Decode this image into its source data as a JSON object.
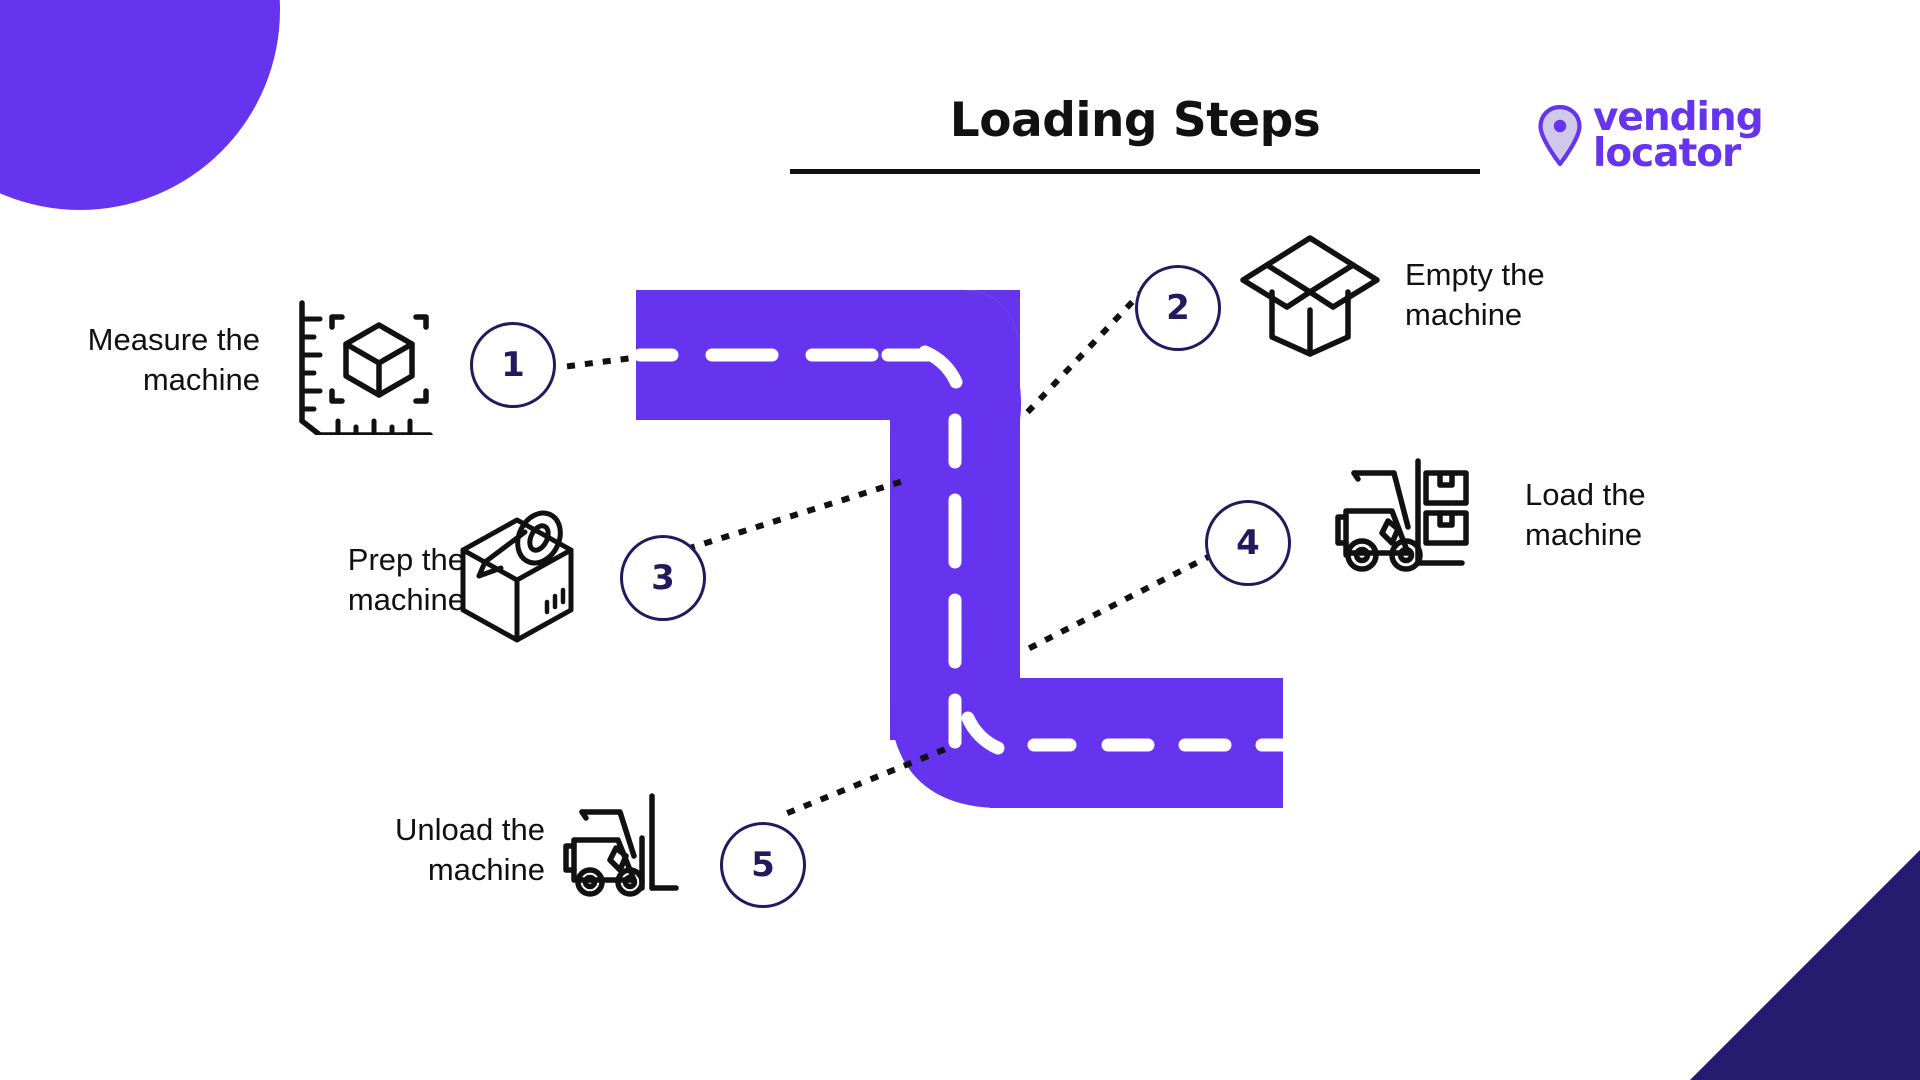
{
  "header": {
    "title": "Loading Steps"
  },
  "logo": {
    "line1": "vending",
    "line2": "locator",
    "mark": "map-pin-icon",
    "color": "#6633EE"
  },
  "colors": {
    "road_purple": "#6633EE",
    "marker_navy": "#23195E",
    "corner_triangle_navy": "#261B6E",
    "text_black": "#111111",
    "road_dash_white": "#FFFFFF"
  },
  "steps": [
    {
      "number": "1",
      "label": "Measure the\nmachine",
      "icon": "ruler-cube-measure-icon",
      "label_side": "left"
    },
    {
      "number": "2",
      "label": "Empty the\nmachine",
      "icon": "open-box-icon",
      "label_side": "right"
    },
    {
      "number": "3",
      "label": "Prep the\nmachine",
      "icon": "taped-box-icon",
      "label_side": "left"
    },
    {
      "number": "4",
      "label": "Load the\nmachine",
      "icon": "forklift-loaded-icon",
      "label_side": "right"
    },
    {
      "number": "5",
      "label": "Unload the\nmachine",
      "icon": "forklift-empty-icon",
      "label_side": "left"
    }
  ],
  "decorations": {
    "top_left_shape": "purple-circle",
    "bottom_right_shape": "navy-triangle"
  }
}
